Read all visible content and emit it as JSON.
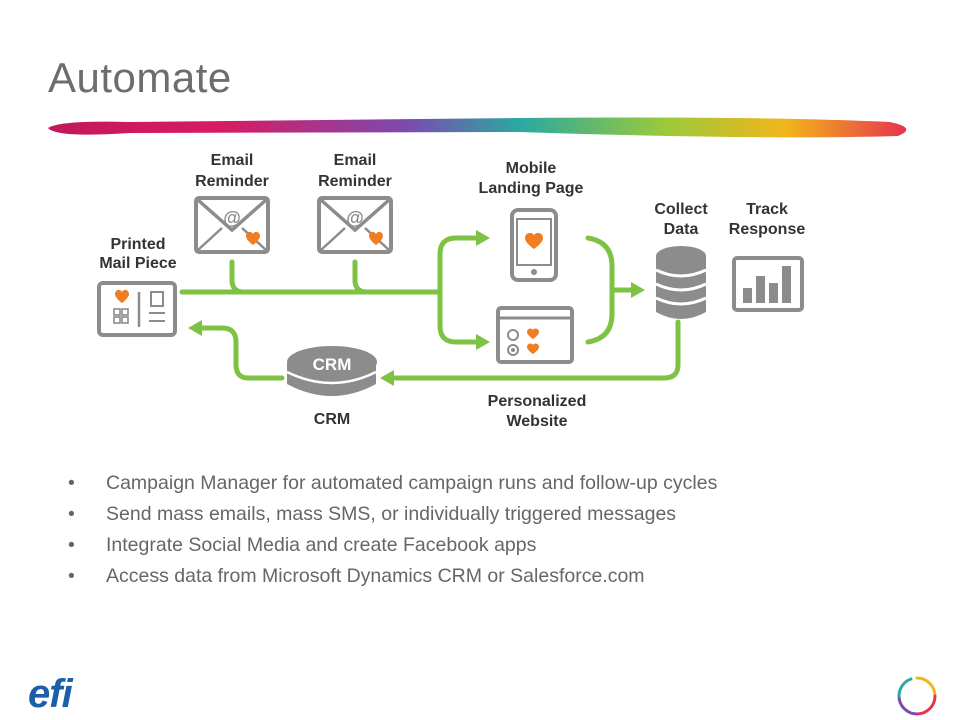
{
  "slide": {
    "title": "Automate"
  },
  "diagram": {
    "labels": {
      "printed_mail_line1": "Printed",
      "printed_mail_line2": "Mail Piece",
      "email1_line1": "Email",
      "email1_line2": "Reminder",
      "email2_line1": "Email",
      "email2_line2": "Reminder",
      "mobile_line1": "Mobile",
      "mobile_line2": "Landing Page",
      "collect_line1": "Collect",
      "collect_line2": "Data",
      "track_line1": "Track",
      "track_line2": "Response",
      "crm_icon_text": "CRM",
      "crm_label": "CRM",
      "website_line1": "Personalized",
      "website_line2": "Website"
    },
    "colors": {
      "arrow": "#7dc242",
      "icon_gray": "#8c8c8c",
      "heart": "#ef7d22"
    }
  },
  "bullets": [
    "Campaign Manager for automated campaign runs and follow-up cycles",
    "Send mass emails, mass SMS, or individually triggered messages",
    "Integrate Social Media and create Facebook apps",
    "Access data from Microsoft Dynamics CRM or Salesforce.com"
  ],
  "footer": {
    "logo_text": "efi"
  }
}
